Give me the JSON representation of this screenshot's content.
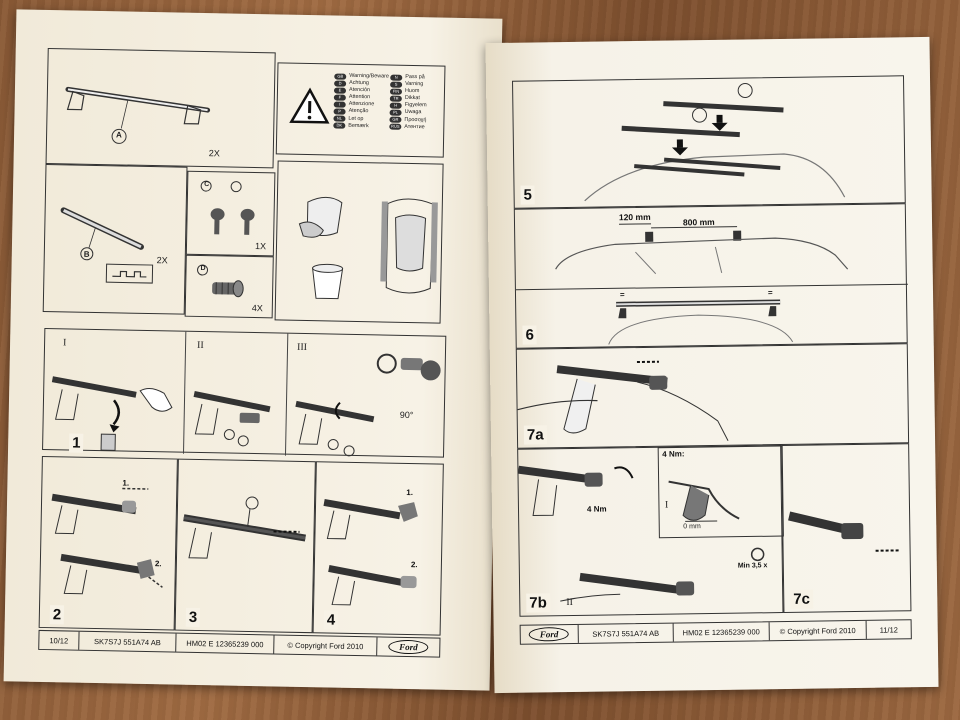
{
  "left_page": {
    "warning": {
      "items": [
        {
          "code": "GB",
          "text": "Warning/Beware"
        },
        {
          "code": "D",
          "text": "Achtung"
        },
        {
          "code": "E",
          "text": "Atención"
        },
        {
          "code": "F",
          "text": "Attention"
        },
        {
          "code": "I",
          "text": "Attenzione"
        },
        {
          "code": "P",
          "text": "Atenção"
        },
        {
          "code": "NL",
          "text": "Let op"
        },
        {
          "code": "DK",
          "text": "Bemærk"
        },
        {
          "code": "N",
          "text": "Pass på"
        },
        {
          "code": "S",
          "text": "Varning"
        },
        {
          "code": "FIN",
          "text": "Huom"
        },
        {
          "code": "TR",
          "text": "Dikkat"
        },
        {
          "code": "H",
          "text": "Figyelem"
        },
        {
          "code": "PL",
          "text": "Uwaga"
        },
        {
          "code": "GR",
          "text": "Προσοχή"
        },
        {
          "code": "RUS",
          "text": "Атентие"
        }
      ]
    },
    "parts": {
      "a_label": "A",
      "a_qty": "2X",
      "b_label": "B",
      "b_qty": "2X",
      "c_label": "C",
      "c_qty": "1X",
      "d_label": "D",
      "d_qty": "4X"
    },
    "step1": {
      "number": "1",
      "sub": [
        "I",
        "II",
        "III"
      ],
      "angle": "90°"
    },
    "step2": {
      "number": "2",
      "arrows": [
        "1.",
        "2."
      ]
    },
    "step3": {
      "number": "3"
    },
    "step4": {
      "number": "4",
      "arrows": [
        "1.",
        "2."
      ]
    },
    "footer": {
      "page": "10/12",
      "part_no": "SK7S7J 551A74 AB",
      "doc_no": "HM02 E 12365239 000",
      "copyright": "© Copyright Ford 2010",
      "logo": "Ford"
    }
  },
  "right_page": {
    "step5": {
      "number": "5"
    },
    "step6": {
      "number": "6",
      "dim1": "120 mm",
      "dim2": "800 mm",
      "eq": "="
    },
    "step7a": {
      "number": "7a"
    },
    "step7b": {
      "number": "7b",
      "torque": "4 Nm",
      "torque_header": "4 Nm:",
      "gap": "0 mm",
      "rotation": "Min 3,5 x",
      "sub1": "I",
      "sub2": "II"
    },
    "step7c": {
      "number": "7c"
    },
    "footer": {
      "logo": "Ford",
      "part_no": "SK7S7J 551A74 AB",
      "doc_no": "HM02 E 12365239 000",
      "copyright": "© Copyright Ford 2010",
      "page": "11/12"
    }
  }
}
